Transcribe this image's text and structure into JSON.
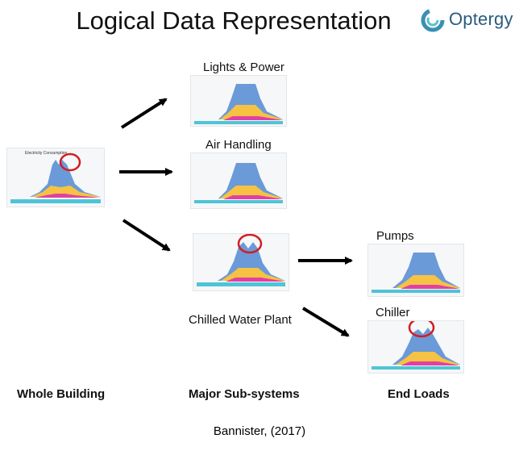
{
  "title": "Logical Data Representation",
  "logo": {
    "text": "Optergy",
    "icon": "optergy-swirl-icon",
    "color": "#2a5c7d"
  },
  "whole_building": {
    "chart_title": "Electricity Consumption"
  },
  "sub_systems": [
    {
      "label": "Lights & Power"
    },
    {
      "label": "Air Handling"
    },
    {
      "label": "Chilled Water Plant"
    }
  ],
  "end_loads": [
    {
      "label": "Pumps"
    },
    {
      "label": "Chiller"
    }
  ],
  "columns": {
    "whole_building": "Whole Building",
    "major_sub_systems": "Major Sub-systems",
    "end_loads": "End Loads"
  },
  "source": "Bannister, (2017)",
  "colors": {
    "blue": "#6a9ad8",
    "yellow": "#f6c244",
    "magenta": "#e23fa3",
    "cyan": "#4fc4d6",
    "highlight": "#d41c24",
    "arrow": "#000000"
  }
}
